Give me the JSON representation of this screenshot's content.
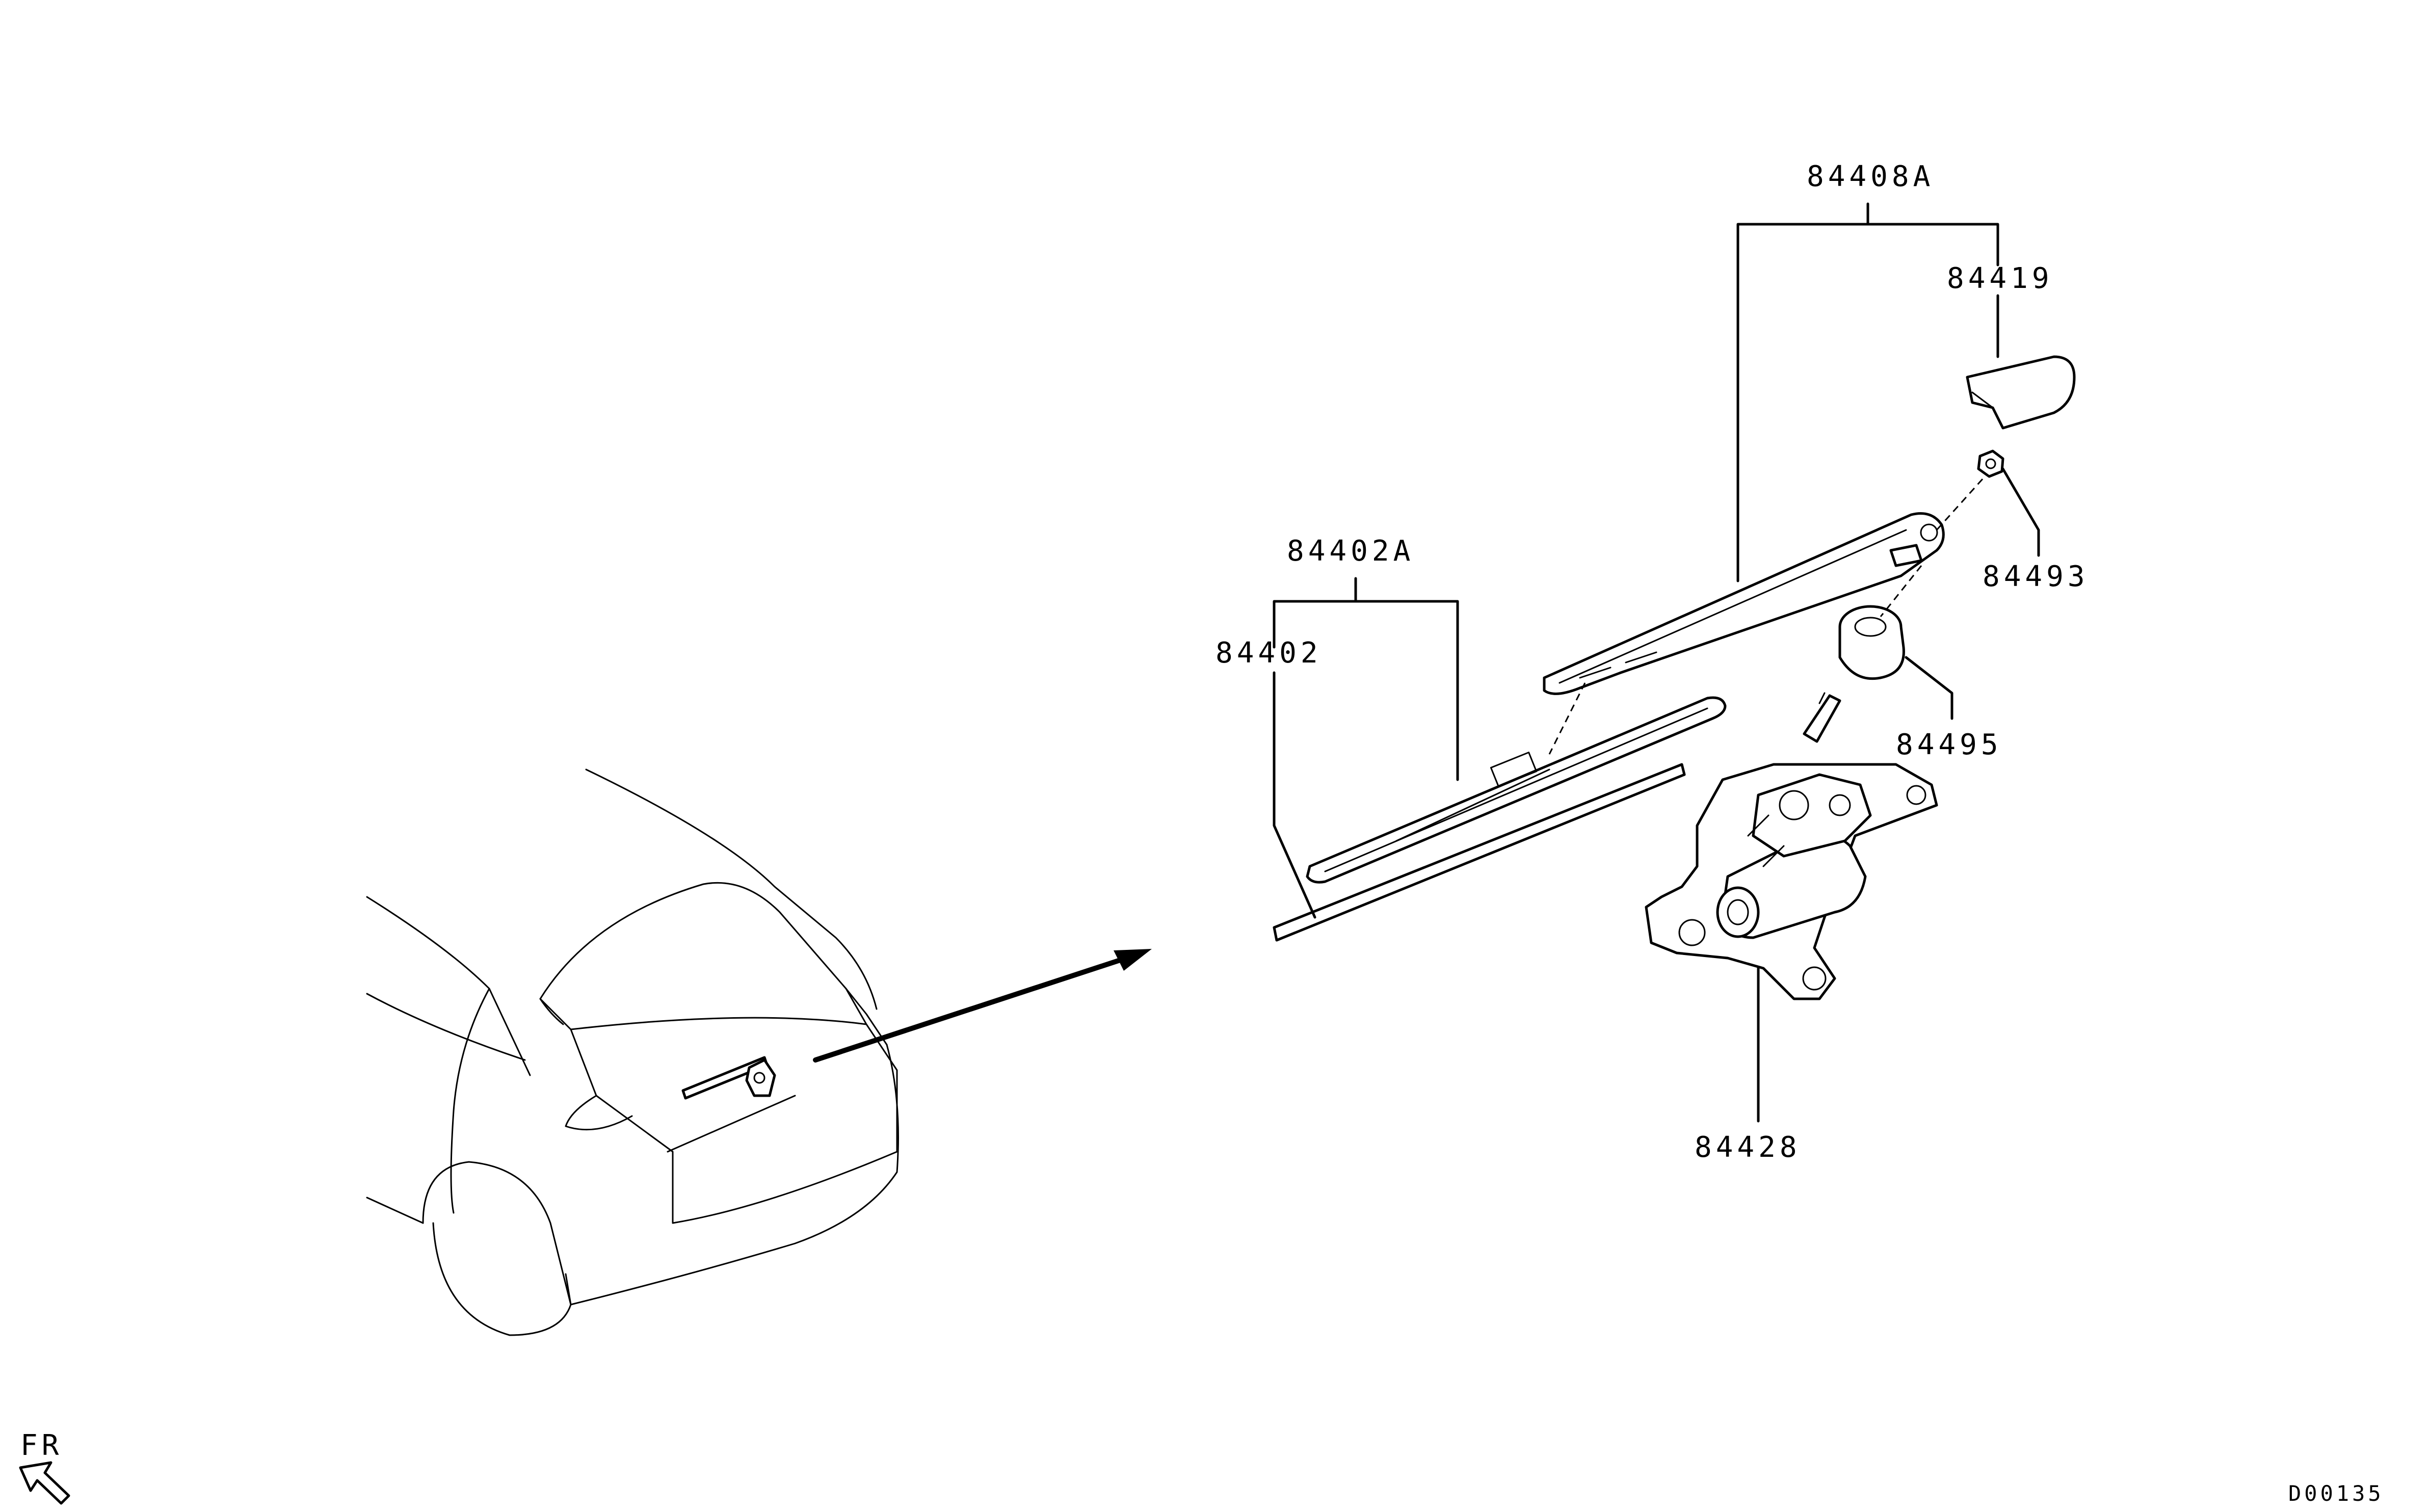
{
  "labels": {
    "arm_assembly": "84408A",
    "arm_cap": "84419",
    "arm_nut": "84493",
    "blade_assembly": "84402A",
    "blade_rubber": "84402",
    "grommet": "84495",
    "motor": "84428",
    "direction": "FR",
    "diagram_code": "D00135"
  }
}
